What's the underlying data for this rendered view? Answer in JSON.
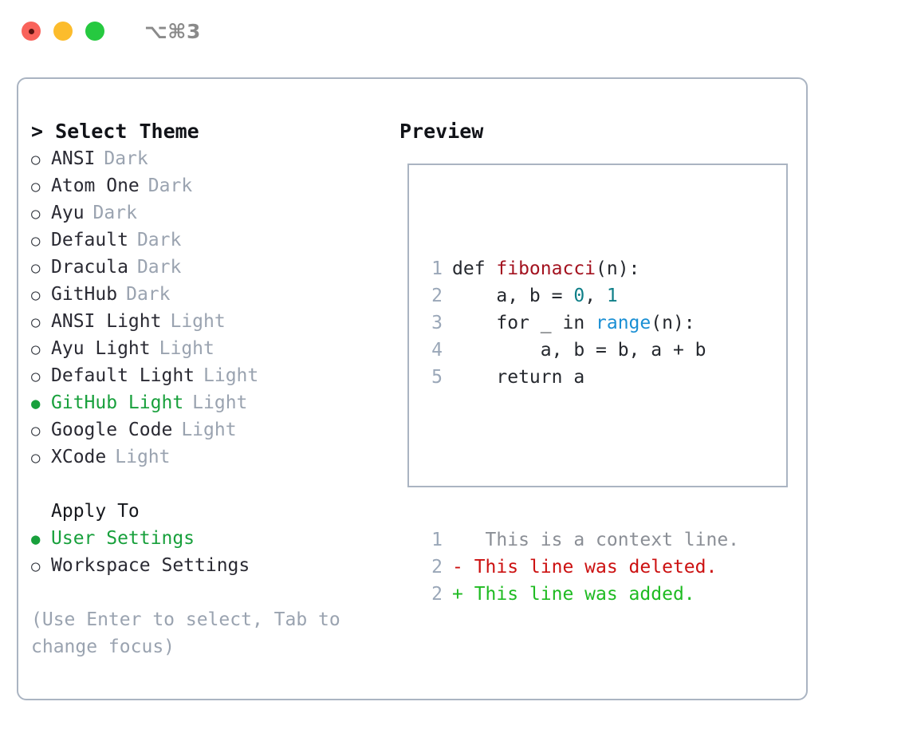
{
  "titlebar": {
    "shortcut": "⌥⌘3",
    "lights": [
      "close-red",
      "minimize-yellow",
      "zoom-green"
    ]
  },
  "theme_picker": {
    "heading": "> Select Theme",
    "options": [
      {
        "marker": "○",
        "name": "ANSI",
        "tag": "Dark",
        "selected": false
      },
      {
        "marker": "○",
        "name": "Atom One",
        "tag": "Dark",
        "selected": false
      },
      {
        "marker": "○",
        "name": "Ayu",
        "tag": "Dark",
        "selected": false
      },
      {
        "marker": "○",
        "name": "Default",
        "tag": "Dark",
        "selected": false
      },
      {
        "marker": "○",
        "name": "Dracula",
        "tag": "Dark",
        "selected": false
      },
      {
        "marker": "○",
        "name": "GitHub",
        "tag": "Dark",
        "selected": false
      },
      {
        "marker": "○",
        "name": "ANSI Light",
        "tag": "Light",
        "selected": false
      },
      {
        "marker": "○",
        "name": "Ayu Light",
        "tag": "Light",
        "selected": false
      },
      {
        "marker": "○",
        "name": "Default Light",
        "tag": "Light",
        "selected": false
      },
      {
        "marker": "●",
        "name": "GitHub Light",
        "tag": "Light",
        "selected": true
      },
      {
        "marker": "○",
        "name": "Google Code",
        "tag": "Light",
        "selected": false
      },
      {
        "marker": "○",
        "name": "XCode",
        "tag": "Light",
        "selected": false
      }
    ]
  },
  "apply_to": {
    "heading": "Apply To",
    "options": [
      {
        "marker": "●",
        "name": "User Settings",
        "selected": true
      },
      {
        "marker": "○",
        "name": "Workspace Settings",
        "selected": false
      }
    ]
  },
  "hint": "(Use Enter to select, Tab to change focus)",
  "preview": {
    "heading": "Preview",
    "code_lines": [
      {
        "num": "1",
        "parts": [
          {
            "t": "def ",
            "c": "plain"
          },
          {
            "t": "fibonacci",
            "c": "fn"
          },
          {
            "t": "(n):",
            "c": "plain"
          }
        ]
      },
      {
        "num": "2",
        "parts": [
          {
            "t": "    a, b = ",
            "c": "plain"
          },
          {
            "t": "0",
            "c": "num"
          },
          {
            "t": ", ",
            "c": "plain"
          },
          {
            "t": "1",
            "c": "num"
          }
        ]
      },
      {
        "num": "3",
        "parts": [
          {
            "t": "    for _ in ",
            "c": "plain"
          },
          {
            "t": "range",
            "c": "call"
          },
          {
            "t": "(n):",
            "c": "plain"
          }
        ]
      },
      {
        "num": "4",
        "parts": [
          {
            "t": "        a, b = b, a + b",
            "c": "plain"
          }
        ]
      },
      {
        "num": "5",
        "parts": [
          {
            "t": "    return a",
            "c": "plain"
          }
        ]
      }
    ],
    "diff_lines": [
      {
        "num": "1",
        "sign": " ",
        "text": "  This is a context line.",
        "kind": "ctx"
      },
      {
        "num": "2",
        "sign": "-",
        "text": " This line was deleted.",
        "kind": "del"
      },
      {
        "num": "2",
        "sign": "+",
        "text": " This line was added.",
        "kind": "add"
      }
    ]
  },
  "colors": {
    "selected_green": "#18a03c",
    "diff_added": "#1fbb22",
    "diff_deleted": "#cc1111",
    "function_name": "#a3121f",
    "number_literal": "#0f7f88",
    "builtin_call": "#1a8fd4",
    "muted": "#9aa3b0",
    "border": "#aab4c2"
  }
}
